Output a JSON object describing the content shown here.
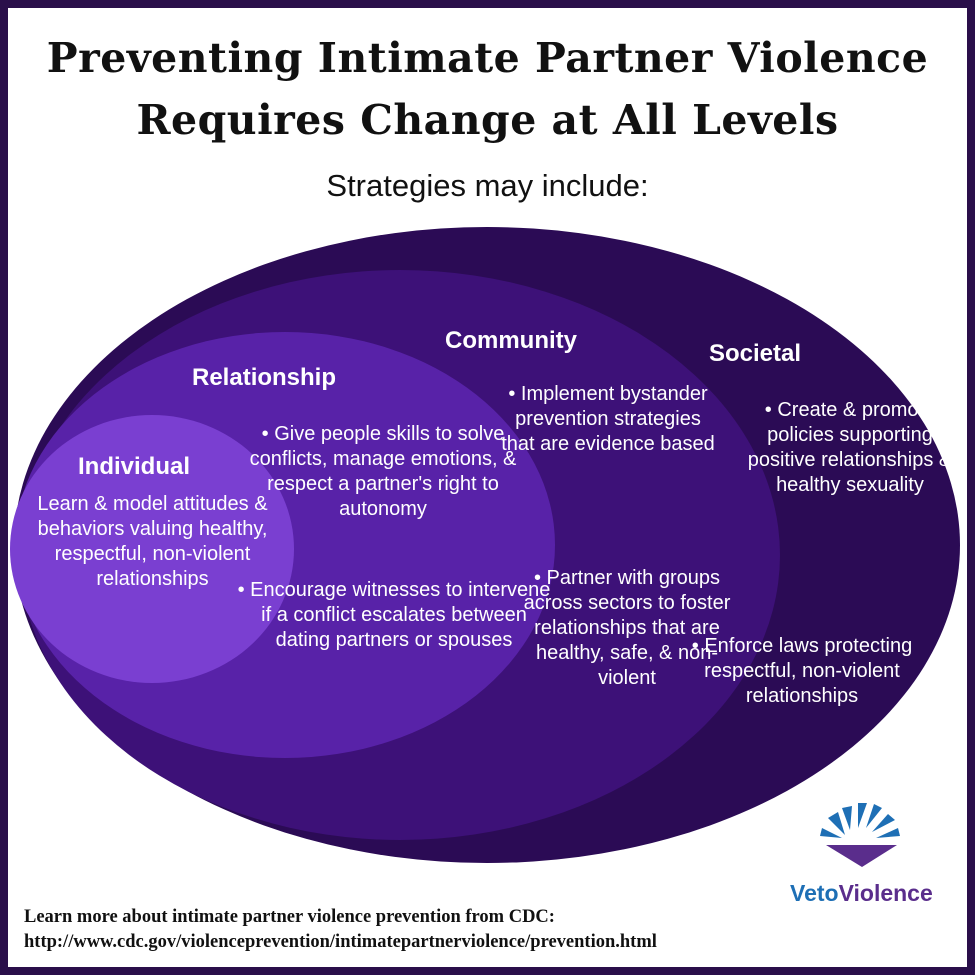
{
  "title_line1": "Preventing Intimate Partner Violence",
  "title_line2": "Requires Change at All Levels",
  "subtitle": "Strategies may include:",
  "levels": {
    "societal": {
      "label": "Societal",
      "bullets": [
        "• Create & promote policies supporting positive relationships & healthy sexuality",
        "• Enforce laws protecting respectful, non-violent relationships"
      ]
    },
    "community": {
      "label": "Community",
      "bullets": [
        "• Implement bystander prevention strategies that are evidence based",
        "• Partner with groups across sectors to foster relationships that are healthy, safe, & non-violent"
      ]
    },
    "relationship": {
      "label": "Relationship",
      "bullets": [
        "• Give people skills to solve conflicts, manage emotions, & respect a partner's right to autonomy",
        "• Encourage witnesses to intervene if a conflict escalates between dating partners or spouses"
      ]
    },
    "individual": {
      "label": "Individual",
      "text": "Learn & model attitudes & behaviors valuing healthy, respectful, non-violent relationships"
    }
  },
  "footer_line1": "Learn more about intimate partner violence prevention from CDC:",
  "footer_line2": "http://www.cdc.gov/violenceprevention/intimatepartnerviolence/prevention.html",
  "brand": {
    "part1": "Veto",
    "part2": "Violence"
  },
  "colors": {
    "frame": "#2a0f4a",
    "societal": "#2b0b55",
    "community": "#3d1178",
    "relationship": "#5822a8",
    "individual": "#7a3fd1",
    "logo_blue": "#1e6fb5",
    "logo_purple": "#5a2d8c"
  }
}
